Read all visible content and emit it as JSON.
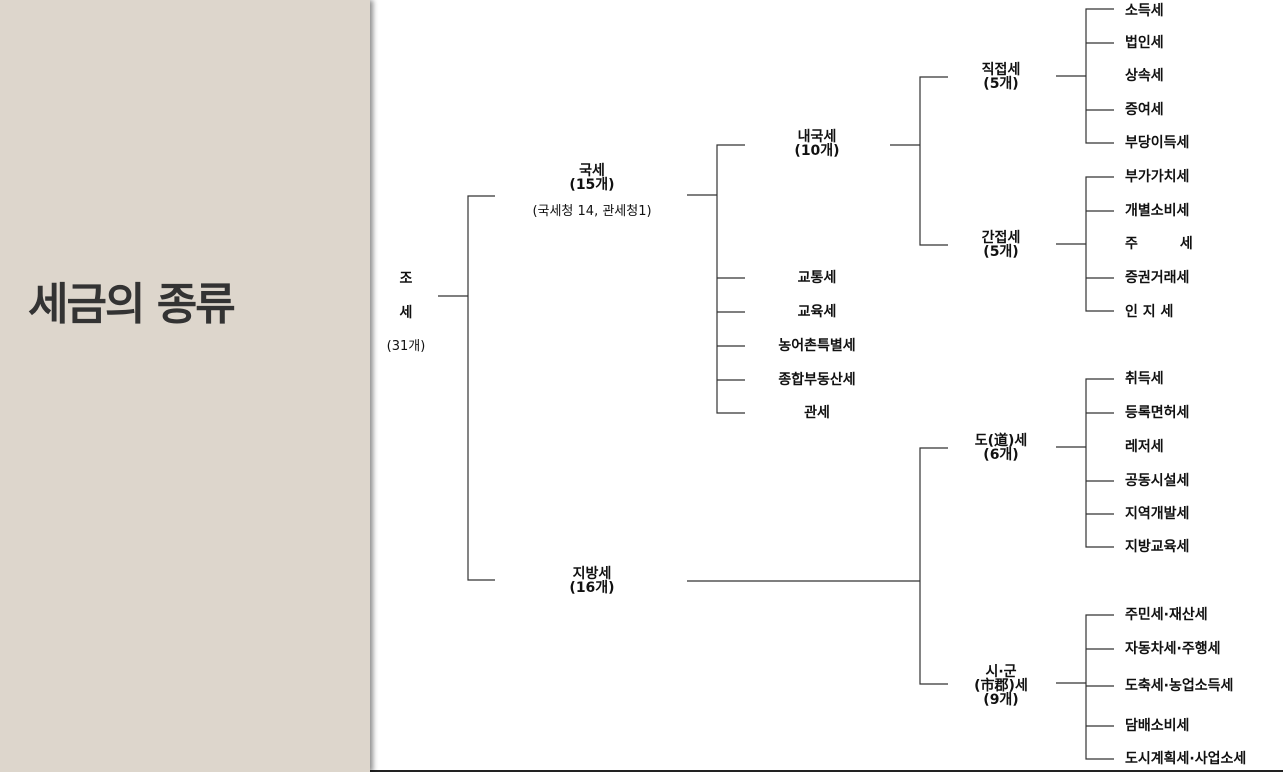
{
  "slide": {
    "title": "세금의 종류"
  },
  "tree": {
    "root": {
      "l1": "조",
      "l2": "세",
      "l3": "(31개)"
    },
    "national": {
      "name": "국세",
      "count": "(15개)",
      "note": "(국세청 14, 관세청1)",
      "domestic": {
        "name": "내국세",
        "count": "(10개)",
        "direct": {
          "name": "직접세",
          "count": "(5개)",
          "items": [
            "소득세",
            "법인세",
            "상속세",
            "증여세",
            "부당이득세"
          ]
        },
        "indirect": {
          "name": "간접세",
          "count": "(5개)",
          "items": [
            "부가가치세",
            "개별소비세",
            "주　　　세",
            "증권거래세",
            "인 지 세"
          ]
        }
      },
      "others": [
        "교통세",
        "교육세",
        "농어촌특별세",
        "종합부동산세",
        "관세"
      ]
    },
    "local": {
      "name": "지방세",
      "count": "(16개)",
      "province": {
        "name": "도(道)세",
        "count": "(6개)",
        "items": [
          "취득세",
          "등록면허세",
          "레저세",
          "공동시설세",
          "지역개발세",
          "지방교육세"
        ]
      },
      "city": {
        "name1": "시·군",
        "name2": "(市郡)세",
        "count": "(9개)",
        "items": [
          "주민세·재산세",
          "자동차세·주행세",
          "도축세·농업소득세",
          "담배소비세",
          "도시계획세·사업소세"
        ]
      }
    }
  }
}
